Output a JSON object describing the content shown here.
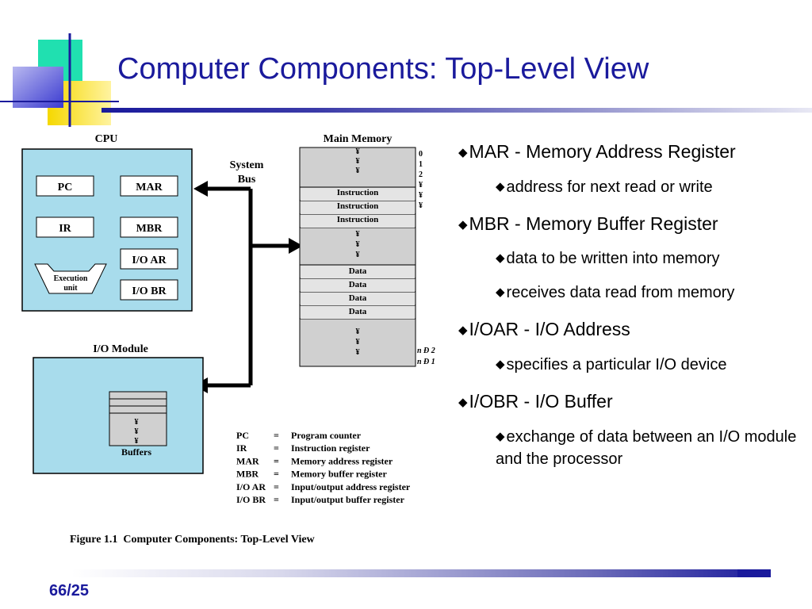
{
  "slide": {
    "title": "Computer Components: Top-Level View",
    "page_number": "66/25"
  },
  "figure": {
    "cpu_label": "CPU",
    "registers": [
      "PC",
      "MAR",
      "IR",
      "MBR",
      "I/O AR",
      "I/O BR"
    ],
    "execution_unit": [
      "Execution",
      "unit"
    ],
    "system_bus": [
      "System",
      "Bus"
    ],
    "main_memory_label": "Main Memory",
    "memory_rows": [
      "¥",
      "¥",
      "¥",
      "Instruction",
      "Instruction",
      "Instruction",
      "¥",
      "¥",
      "¥",
      "Data",
      "Data",
      "Data",
      "Data",
      "¥",
      "¥",
      "¥"
    ],
    "memory_addresses": [
      "0",
      "1",
      "2",
      "¥",
      "¥",
      "¥"
    ],
    "memory_addresses_end": [
      "n Ð 2",
      "n Ð 1"
    ],
    "io_module_label": "I/O Module",
    "buffer_marks": [
      "¥",
      "¥",
      "¥"
    ],
    "buffers_label": "Buffers",
    "legend": [
      {
        "abbr": "PC",
        "eq": "=",
        "desc": "Program counter"
      },
      {
        "abbr": "IR",
        "eq": "=",
        "desc": "Instruction register"
      },
      {
        "abbr": "MAR",
        "eq": "=",
        "desc": "Memory address register"
      },
      {
        "abbr": "MBR",
        "eq": "=",
        "desc": "Memory buffer register"
      },
      {
        "abbr": "I/O AR",
        "eq": "=",
        "desc": "Input/output address register"
      },
      {
        "abbr": "I/O BR",
        "eq": "=",
        "desc": "Input/output buffer register"
      }
    ],
    "caption": "Figure 1.1  Computer Components: Top-Level View"
  },
  "bullets": [
    {
      "level": 1,
      "text": "MAR - Memory Address Register"
    },
    {
      "level": 2,
      "text": "address for next read or write"
    },
    {
      "level": 1,
      "text": "MBR - Memory Buffer Register"
    },
    {
      "level": 2,
      "text": "data to be written into memory"
    },
    {
      "level": 2,
      "text": "receives data read from memory"
    },
    {
      "level": 1,
      "text": "I/OAR - I/O Address"
    },
    {
      "level": 2,
      "text": "specifies a particular I/O device"
    },
    {
      "level": 1,
      "text": "I/OBR - I/O Buffer"
    },
    {
      "level": 2,
      "text": "exchange of data between an I/O module and the processor"
    }
  ],
  "colors": {
    "title": "#1a1a9c",
    "box_fill": "#a8dcec",
    "memory_fill": "#d0d0d0",
    "deco_yellow": "#f5d800",
    "deco_green": "#20e0b0",
    "deco_blue": "#6a6ad8"
  }
}
